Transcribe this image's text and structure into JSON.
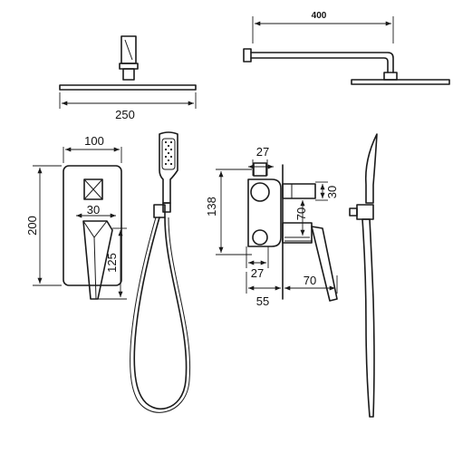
{
  "dimensions": {
    "arm_length": "400",
    "head_width": "250",
    "plate_width": "100",
    "plate_height": "200",
    "lever_offset": "30",
    "lever_height": "125",
    "body_top": "27",
    "body_height": "138",
    "body_lower": "27",
    "outlet_height": "70",
    "outlet_depth": "30",
    "wall_depth": "55",
    "handle_length": "70"
  },
  "colors": {
    "line": "#1a1a1a",
    "background": "#ffffff"
  }
}
